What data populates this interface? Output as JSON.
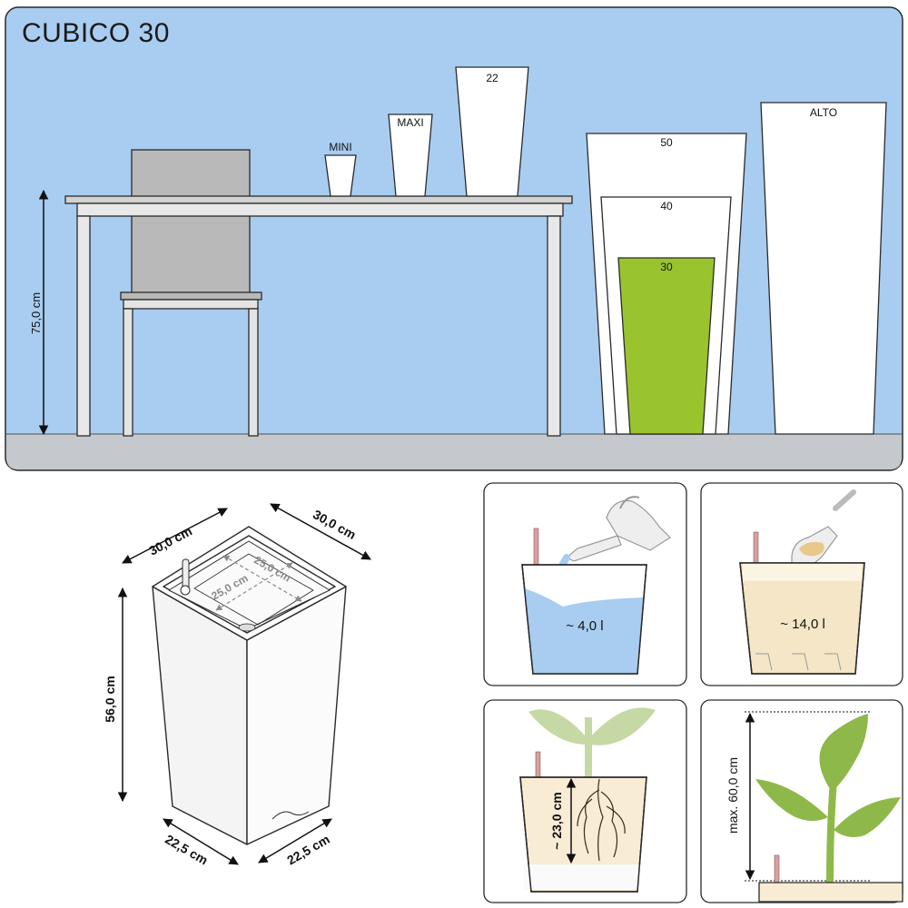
{
  "title": "CUBICO 30",
  "scene": {
    "table_height_label": "75,0 cm",
    "sizes": [
      "MINI",
      "MAXI",
      "22",
      "50",
      "40",
      "30",
      "ALTO"
    ]
  },
  "dimensions": {
    "top_left": "30,0 cm",
    "top_right": "30,0 cm",
    "inner_a": "25,0 cm",
    "inner_b": "25,0 cm",
    "height": "56,0 cm",
    "bottom_left": "22,5 cm",
    "bottom_right": "22,5 cm"
  },
  "panels": {
    "water_volume": "~ 4,0 l",
    "soil_volume": "~ 14,0 l",
    "root_depth": "~ 23,0 cm",
    "max_height": "max. 60,0 cm"
  },
  "colors": {
    "sky": "#a9cdf0",
    "floor": "#c5c8cc",
    "highlight_pot": "#9ac42e",
    "water": "#a9cdf0",
    "soil": "#f4e6c6",
    "leaf": "#8fb84a"
  }
}
